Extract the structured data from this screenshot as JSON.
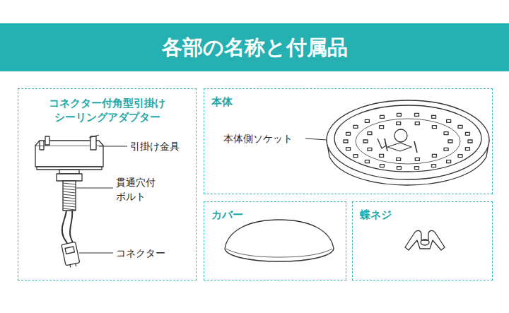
{
  "diagram": {
    "title": "各部の名称と付属品",
    "nodes": [
      {
        "text": [
          "コネクター付角型引掛け シーリングアダプター"
        ]
      },
      {
        "text": [
          "本体"
        ]
      },
      {
        "text": [
          "カバー"
        ]
      },
      {
        "text": [
          "蝶ネジ"
        ]
      }
    ],
    "labels": [
      "引掛け金具",
      "貫通穴付 ボルト",
      "コネクター",
      "本体側ソケット"
    ]
  }
}
